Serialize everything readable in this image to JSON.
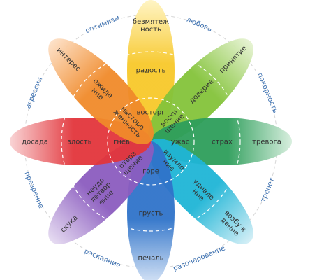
{
  "petals": [
    {
      "id": "joy",
      "color": "#f7c82a",
      "light": "#fff4c2",
      "labels": {
        "outer": [
          "безмятеж",
          "ность"
        ],
        "mid": [
          "радость"
        ],
        "inner": [
          "восторг"
        ]
      }
    },
    {
      "id": "trust",
      "color": "#84c33a",
      "light": "#e6f3d2",
      "labels": {
        "outer": [
          "принятие"
        ],
        "mid": [
          "доверие"
        ],
        "inner": [
          "восхи",
          "щение"
        ]
      }
    },
    {
      "id": "fear",
      "color": "#2e9e5b",
      "light": "#d6eedd",
      "labels": {
        "outer": [
          "тревога"
        ],
        "mid": [
          "страх"
        ],
        "inner": [
          "ужас"
        ]
      }
    },
    {
      "id": "surprise",
      "color": "#1fb5d6",
      "light": "#d2eef6",
      "labels": {
        "outer": [
          "возбуж",
          "дение"
        ],
        "mid": [
          "удивле",
          "ние"
        ],
        "inner": [
          "изумле",
          "ние"
        ]
      }
    },
    {
      "id": "sadness",
      "color": "#2f73c9",
      "light": "#d2e1f5",
      "labels": {
        "outer": [
          "печаль"
        ],
        "mid": [
          "грусть"
        ],
        "inner": [
          "горе"
        ]
      }
    },
    {
      "id": "disgust",
      "color": "#8b5cbf",
      "light": "#e5daf1",
      "labels": {
        "outer": [
          "скука"
        ],
        "mid": [
          "неудо",
          "летвор",
          "ение"
        ],
        "inner": [
          "отвра",
          "щение"
        ]
      }
    },
    {
      "id": "anger",
      "color": "#e2353b",
      "light": "#f9d2d3",
      "labels": {
        "outer": [
          "досада"
        ],
        "mid": [
          "злость"
        ],
        "inner": [
          "гнев"
        ]
      }
    },
    {
      "id": "anticipation",
      "color": "#f08a2a",
      "light": "#fde0c6",
      "labels": {
        "outer": [
          "интерес"
        ],
        "mid": [
          "ожида",
          "ние"
        ],
        "inner": [
          "насторо",
          "женность"
        ]
      }
    }
  ],
  "dyads": [
    "любовь",
    "покорность",
    "трепет",
    "разочарование",
    "раскаяние",
    "презрение",
    "агрессия",
    "оптимизм"
  ]
}
